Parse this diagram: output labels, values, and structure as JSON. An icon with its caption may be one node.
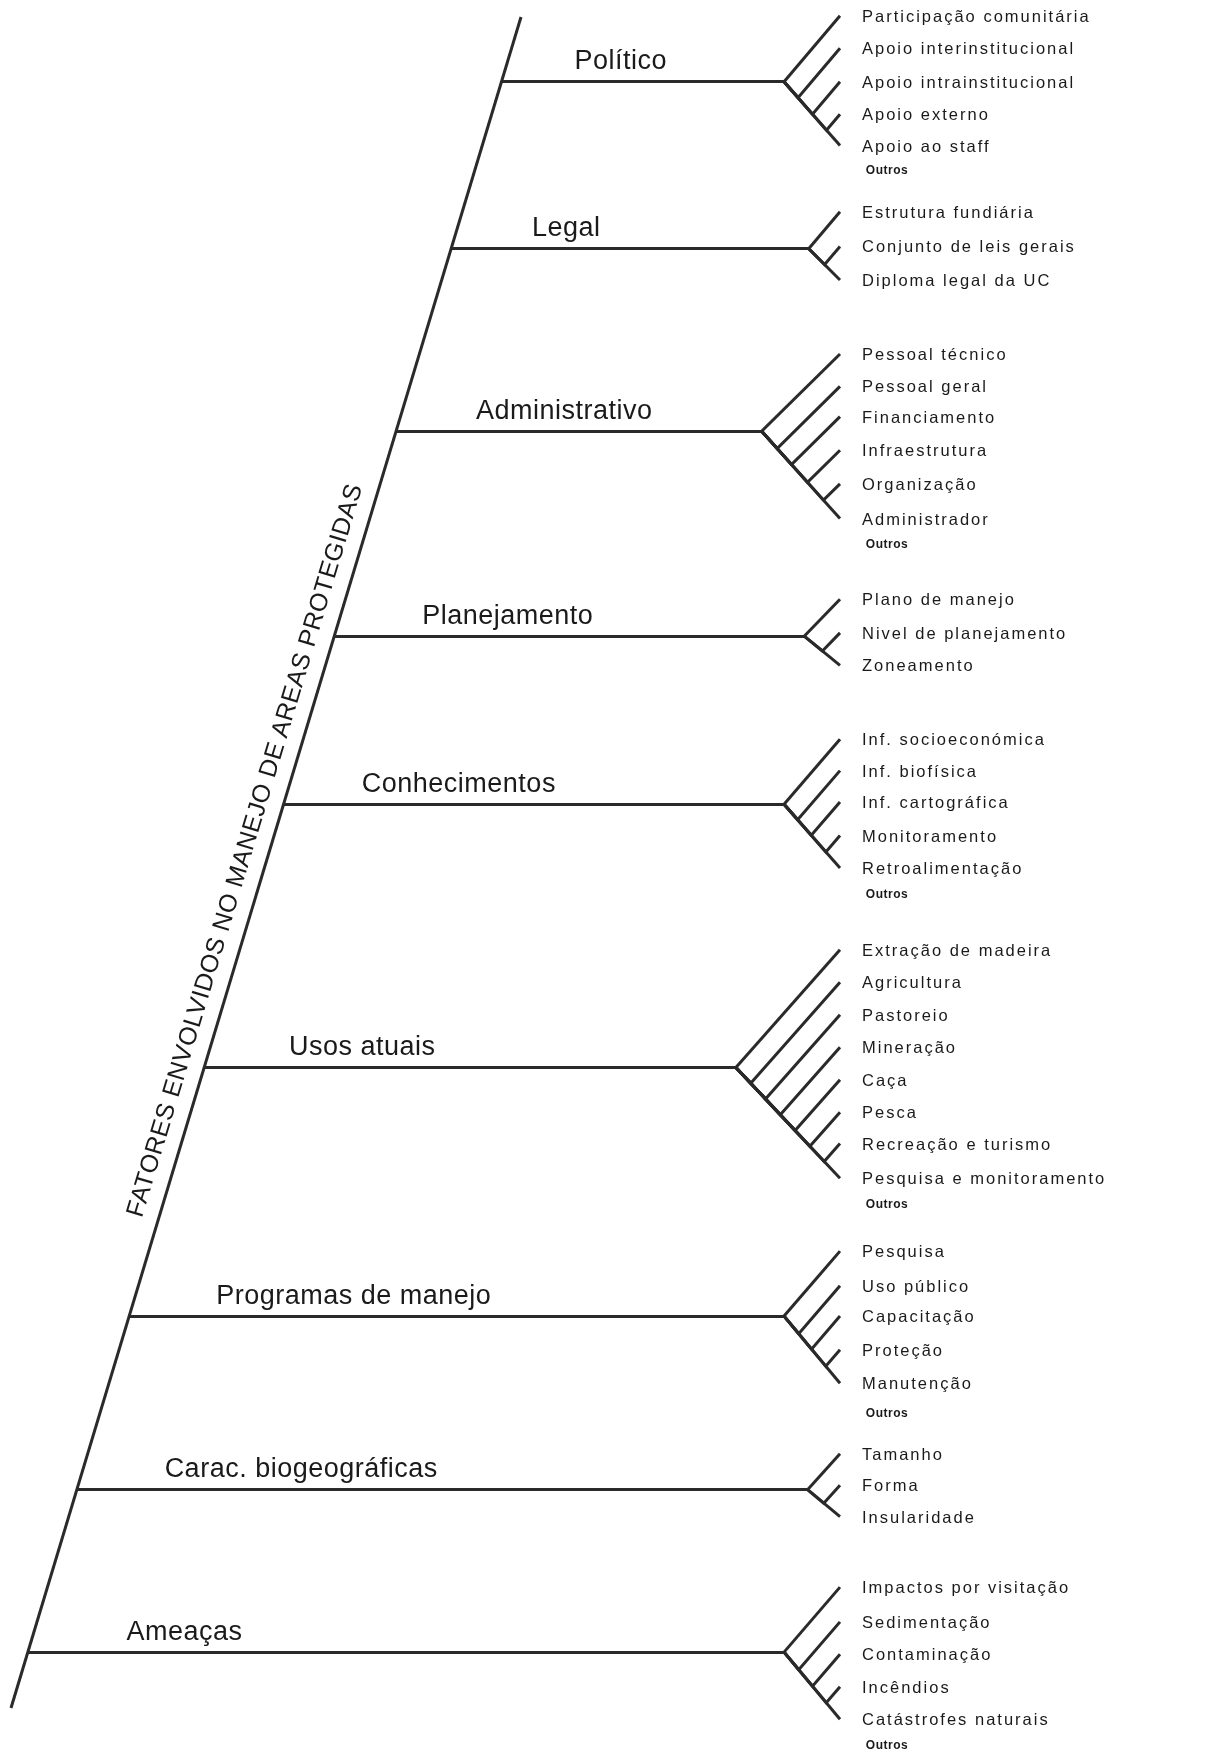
{
  "diagram": {
    "nodes": [
      {
        "text": [
          "Político"
        ]
      },
      {
        "text": [
          "Participação comunitária"
        ]
      },
      {
        "text": [
          "Apoio interinstitucional"
        ]
      },
      {
        "text": [
          "Apoio intrainstitucional"
        ]
      },
      {
        "text": [
          "Apoio externo"
        ]
      },
      {
        "text": [
          "Apoio ao staff"
        ]
      },
      {
        "text": [
          "Legal"
        ]
      },
      {
        "text": [
          "Estrutura fundiária"
        ]
      },
      {
        "text": [
          "Conjunto de leis gerais"
        ]
      },
      {
        "text": [
          "Diploma legal da UC"
        ]
      },
      {
        "text": [
          "Administrativo"
        ]
      },
      {
        "text": [
          "Pessoal técnico"
        ]
      },
      {
        "text": [
          "Pessoal geral"
        ]
      },
      {
        "text": [
          "Financiamento"
        ]
      },
      {
        "text": [
          "Infraestrutura"
        ]
      },
      {
        "text": [
          "Organização"
        ]
      },
      {
        "text": [
          "Administrador"
        ]
      },
      {
        "text": [
          "Planejamento"
        ]
      },
      {
        "text": [
          "Plano de manejo"
        ]
      },
      {
        "text": [
          "Nivel de planejamento"
        ]
      },
      {
        "text": [
          "Zoneamento"
        ]
      },
      {
        "text": [
          "Conhecimentos"
        ]
      },
      {
        "text": [
          "Inf. socioeconómica"
        ]
      },
      {
        "text": [
          "Inf. biofísica"
        ]
      },
      {
        "text": [
          "Inf. cartográfica"
        ]
      },
      {
        "text": [
          "Monitoramento"
        ]
      },
      {
        "text": [
          "Retroalimentação"
        ]
      },
      {
        "text": [
          "Usos atuais"
        ]
      },
      {
        "text": [
          "Extração de madeira"
        ]
      },
      {
        "text": [
          "Agricultura"
        ]
      },
      {
        "text": [
          "Pastoreio"
        ]
      },
      {
        "text": [
          "Mineração"
        ]
      },
      {
        "text": [
          "Caça"
        ]
      },
      {
        "text": [
          "Pesca"
        ]
      },
      {
        "text": [
          "Recreação e turismo"
        ]
      },
      {
        "text": [
          "Pesquisa e monitoramento"
        ]
      },
      {
        "text": [
          "Programas de manejo"
        ]
      },
      {
        "text": [
          "Pesquisa"
        ]
      },
      {
        "text": [
          "Uso público"
        ]
      },
      {
        "text": [
          "Capacitação"
        ]
      },
      {
        "text": [
          "Proteção"
        ]
      },
      {
        "text": [
          "Manutenção"
        ]
      },
      {
        "text": [
          "Carac. biogeográficas"
        ]
      },
      {
        "text": [
          "Tamanho"
        ]
      },
      {
        "text": [
          "Forma"
        ]
      },
      {
        "text": [
          "Insularidade"
        ]
      },
      {
        "text": [
          "Ameaças"
        ]
      },
      {
        "text": [
          "Impactos por visitação"
        ]
      },
      {
        "text": [
          "Sedimentação"
        ]
      },
      {
        "text": [
          "Contaminação"
        ]
      },
      {
        "text": [
          "Incêndios"
        ]
      },
      {
        "text": [
          "Catástrofes naturais"
        ]
      }
    ],
    "edges": [
      {
        "from": 0,
        "to": 1,
        "arrow": "none"
      },
      {
        "from": 0,
        "to": 2,
        "arrow": "none"
      },
      {
        "from": 0,
        "to": 3,
        "arrow": "none"
      },
      {
        "from": 0,
        "to": 4,
        "arrow": "none"
      },
      {
        "from": 0,
        "to": 5,
        "arrow": "none"
      },
      {
        "from": 6,
        "to": 7,
        "arrow": "none"
      },
      {
        "from": 6,
        "to": 8,
        "arrow": "none"
      },
      {
        "from": 6,
        "to": 9,
        "arrow": "none"
      },
      {
        "from": 10,
        "to": 11,
        "arrow": "none"
      },
      {
        "from": 10,
        "to": 12,
        "arrow": "none"
      },
      {
        "from": 10,
        "to": 13,
        "arrow": "none"
      },
      {
        "from": 10,
        "to": 14,
        "arrow": "none"
      },
      {
        "from": 10,
        "to": 15,
        "arrow": "none"
      },
      {
        "from": 10,
        "to": 16,
        "arrow": "none"
      },
      {
        "from": 17,
        "to": 18,
        "arrow": "none"
      },
      {
        "from": 17,
        "to": 19,
        "arrow": "none"
      },
      {
        "from": 17,
        "to": 20,
        "arrow": "none"
      },
      {
        "from": 21,
        "to": 22,
        "arrow": "none"
      },
      {
        "from": 21,
        "to": 23,
        "arrow": "none"
      },
      {
        "from": 21,
        "to": 24,
        "arrow": "none"
      },
      {
        "from": 21,
        "to": 25,
        "arrow": "none"
      },
      {
        "from": 21,
        "to": 26,
        "arrow": "none"
      },
      {
        "from": 27,
        "to": 28,
        "arrow": "none"
      },
      {
        "from": 27,
        "to": 29,
        "arrow": "none"
      },
      {
        "from": 27,
        "to": 30,
        "arrow": "none"
      },
      {
        "from": 27,
        "to": 31,
        "arrow": "none"
      },
      {
        "from": 27,
        "to": 32,
        "arrow": "none"
      },
      {
        "from": 27,
        "to": 33,
        "arrow": "none"
      },
      {
        "from": 27,
        "to": 34,
        "arrow": "none"
      },
      {
        "from": 27,
        "to": 35,
        "arrow": "none"
      },
      {
        "from": 36,
        "to": 37,
        "arrow": "none"
      },
      {
        "from": 36,
        "to": 38,
        "arrow": "none"
      },
      {
        "from": 36,
        "to": 39,
        "arrow": "none"
      },
      {
        "from": 36,
        "to": 40,
        "arrow": "none"
      },
      {
        "from": 36,
        "to": 41,
        "arrow": "none"
      },
      {
        "from": 42,
        "to": 43,
        "arrow": "none"
      },
      {
        "from": 42,
        "to": 44,
        "arrow": "none"
      },
      {
        "from": 42,
        "to": 45,
        "arrow": "none"
      },
      {
        "from": 46,
        "to": 47,
        "arrow": "none"
      },
      {
        "from": 46,
        "to": 48,
        "arrow": "none"
      },
      {
        "from": 46,
        "to": 49,
        "arrow": "none"
      },
      {
        "from": 46,
        "to": 50,
        "arrow": "none"
      },
      {
        "from": 46,
        "to": 51,
        "arrow": "none"
      }
    ],
    "labels": [
      "FATORES ENVOLVIDOS NO MANEJO DE AREAS PROTEGIDAS",
      "Outros",
      "Outros",
      "Outros",
      "Outros",
      "Outros",
      "Outros"
    ]
  }
}
